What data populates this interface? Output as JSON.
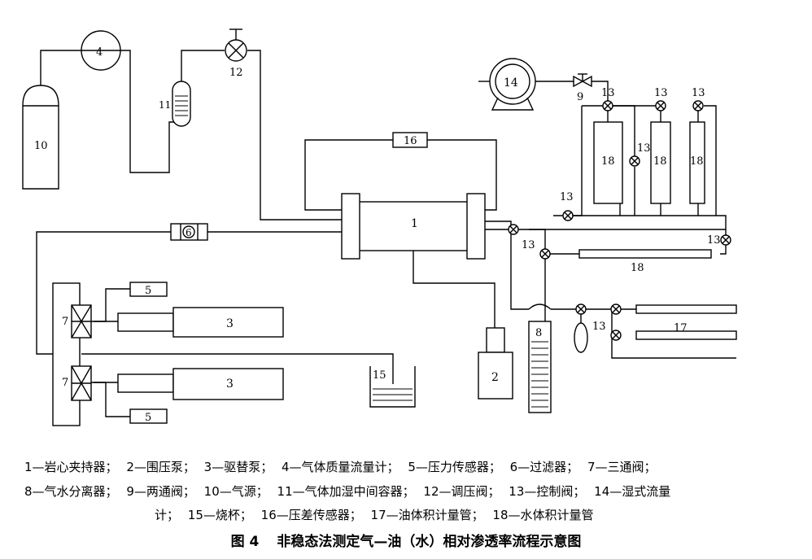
{
  "diagram": {
    "labels": {
      "l1": "1",
      "l2": "2",
      "l3a": "3",
      "l3b": "3",
      "l4": "4",
      "l5a": "5",
      "l5b": "5",
      "l6": "6",
      "l7a": "7",
      "l7b": "7",
      "l8": "8",
      "l9": "9",
      "l10": "10",
      "l11": "11",
      "l12": "12",
      "l13a": "13",
      "l13b": "13",
      "l13c": "13",
      "l13d": "13",
      "l13e": "13",
      "l13f": "13",
      "l13g": "13",
      "l13h": "13",
      "l14": "14",
      "l15": "15",
      "l16": "16",
      "l17": "17",
      "l18a": "18",
      "l18b": "18",
      "l18c": "18",
      "l18d": "18"
    }
  },
  "legend": {
    "line1": [
      "1—岩心夹持器；",
      "2—围压泵；",
      "3—驱替泵；",
      "4—气体质量流量计；",
      "5—压力传感器；",
      "6—过滤器；",
      "7—三通阀；"
    ],
    "line2": [
      "8—气水分离器；",
      "9—两通阀；",
      "10—气源；",
      "11—气体加湿中间容器；",
      "12—调压阀；",
      "13—控制阀；",
      "14—湿式流量"
    ],
    "line3": [
      "计；",
      "15—烧杯；",
      "16—压差传感器；",
      "17—油体积计量管；",
      "18—水体积计量管"
    ]
  },
  "caption": {
    "figure_no": "图 4",
    "title": "非稳态法测定气—油（水）相对渗透率流程示意图"
  }
}
